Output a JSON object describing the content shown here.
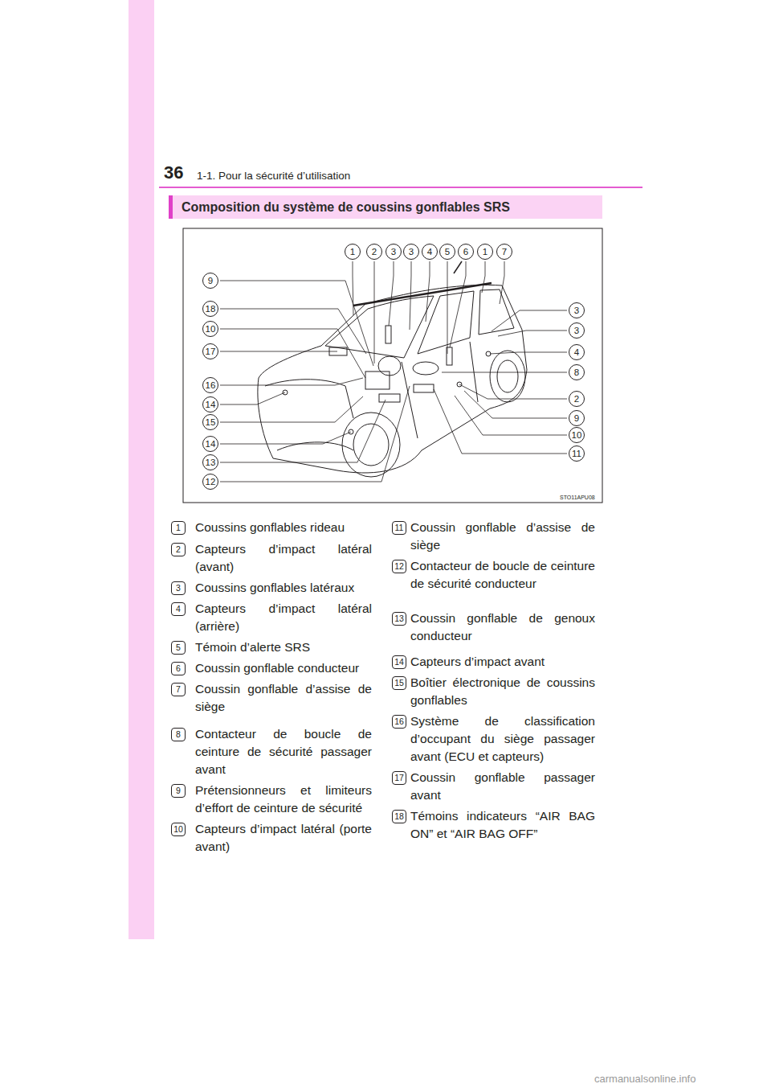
{
  "diagram": {
    "title": "Composition du système de coussins gonflables SRS",
    "labels": [
      "36",
      "1-1. Pour la sécurité d’utilisation",
      "1",
      "2",
      "3",
      "3",
      "4",
      "5",
      "6",
      "1",
      "7",
      "9",
      "18",
      "10",
      "17",
      "16",
      "14",
      "15",
      "14",
      "13",
      "12",
      "3",
      "3",
      "4",
      "8",
      "2",
      "9",
      "10",
      "11",
      "STO11APU08",
      "1",
      "Coussins gonflables rideau",
      "2",
      "Capteurs d’impact latéral (avant)",
      "3",
      "Coussins gonflables latéraux",
      "4",
      "Capteurs d’impact latéral (arrière)",
      "5",
      "Témoin d’alerte SRS",
      "6",
      "Coussin gonflable conducteur",
      "7",
      "Coussin gonflable d’assise de siège",
      "8",
      "Contacteur de boucle de ceinture de sécurité passager avant",
      "9",
      "Prétensionneurs et limiteurs d’effort de ceinture de sécurité",
      "10",
      "Capteurs d’impact latéral (porte avant)",
      "11",
      "Coussin gonflable d’assise de siège",
      "12",
      "Contacteur de boucle de ceinture de sécurité conducteur",
      "13",
      "Coussin gonflable de genoux conducteur",
      "14",
      "Capteurs d’impact avant",
      "15",
      "Boîtier électronique de coussins gonflables",
      "16",
      "Système de classification d’occupant du siège passager avant (ECU et capteurs)",
      "17",
      "Coussin gonflable passager avant",
      "18",
      "Témoins indicateurs “AIR BAG ON” et “AIR BAG OFF”",
      "carmanualsonline.info"
    ]
  }
}
